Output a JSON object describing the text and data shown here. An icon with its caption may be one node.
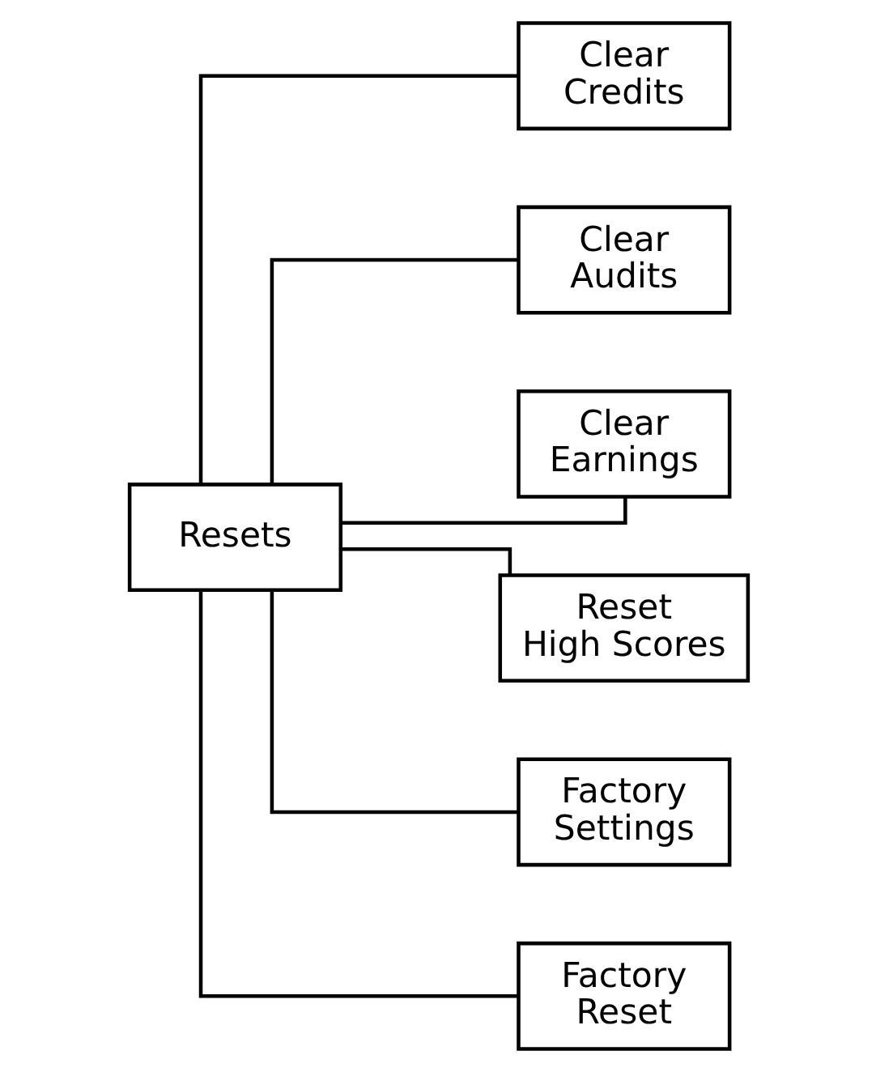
{
  "diagram": {
    "nodes": [
      {
        "text": [
          "Resets"
        ]
      },
      {
        "text": [
          "Clear Credits"
        ]
      },
      {
        "text": [
          "Clear Audits"
        ]
      },
      {
        "text": [
          "Clear Earnings"
        ]
      },
      {
        "text": [
          "Reset High Scores"
        ]
      },
      {
        "text": [
          "Factory Settings"
        ]
      },
      {
        "text": [
          "Factory Reset"
        ]
      }
    ],
    "edges": [
      {
        "from": 0,
        "to": 1,
        "arrow": "none"
      },
      {
        "from": 0,
        "to": 2,
        "arrow": "none"
      },
      {
        "from": 0,
        "to": 3,
        "arrow": "none"
      },
      {
        "from": 0,
        "to": 4,
        "arrow": "none"
      },
      {
        "from": 0,
        "to": 5,
        "arrow": "none"
      },
      {
        "from": 0,
        "to": 6,
        "arrow": "none"
      }
    ]
  }
}
